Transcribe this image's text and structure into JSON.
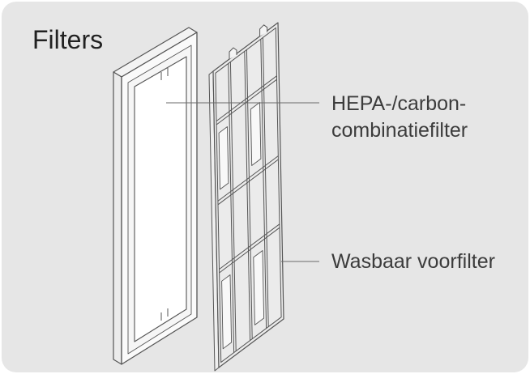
{
  "title": "Filters",
  "callouts": {
    "hepa_carbon": {
      "lines": [
        "HEPA-/carbon-",
        "combinatiefilter"
      ]
    },
    "prefilter": {
      "label": "Wasbaar voorfilter"
    }
  },
  "colors": {
    "background": "#e6e6e6",
    "line": "#555555",
    "callout_line": "#6a6a6a",
    "text": "#3c3c3c"
  }
}
